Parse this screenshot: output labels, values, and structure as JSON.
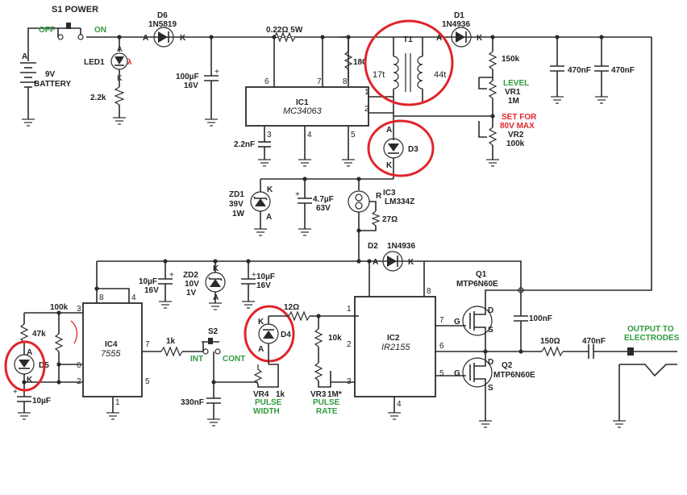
{
  "colors": {
    "wire": "#2a2a2a",
    "annotation": "#e0242a",
    "label_green": "#2e9b3c",
    "label_red": "#e0242a"
  },
  "labels": {
    "s1": "S1 POWER",
    "off": "OFF",
    "on": "ON",
    "battery_v": "9V",
    "battery": "BATTERY",
    "led1": "LED1",
    "r_led": "2.2k",
    "d6": "D6",
    "d6_part": "1N5819",
    "c100": "100µF",
    "c100_v": "16V",
    "r022": "0.22Ω 5W",
    "r180": "180",
    "ic1": "IC1",
    "ic1_part": "MC34063",
    "c22n": "2.2nF",
    "t1": "T1",
    "t1_pri": "17t",
    "t1_sec": "44t",
    "d1": "D1",
    "d1_part": "1N4936",
    "d3": "D3",
    "r150k": "150k",
    "level": "LEVEL",
    "vr1": "VR1",
    "vr1_val": "1M",
    "set_for": "SET FOR",
    "max80": "80V MAX",
    "vr2": "VR2",
    "vr2_val": "100k",
    "c470a": "470nF",
    "c470b": "470nF",
    "zd1": "ZD1",
    "zd1_v": "39V",
    "zd1_w": "1W",
    "c47": "4.7µF",
    "c47_v": "63V",
    "ic3": "IC3",
    "ic3_part": "LM334Z",
    "r27": "27Ω",
    "d2": "D2",
    "d2_part": "1N4936",
    "c10a": "10µF",
    "c10a_v": "16V",
    "zd2": "ZD2",
    "zd2_v": "10V",
    "zd2_w": "1V",
    "c10b": "10µF",
    "c10b_v": "16V",
    "q1": "Q1",
    "q1_part": "MTP6N60E",
    "q2": "Q2",
    "q2_part": "MTP6N60E",
    "r100k": "100k",
    "r47k": "47k",
    "d5": "D5",
    "c10c": "10µF",
    "ic4": "IC4",
    "ic4_part": "7555",
    "r1k": "1k",
    "s2": "S2",
    "int": "INT",
    "cont": "CONT",
    "c330": "330nF",
    "d4": "D4",
    "vr4": "VR4",
    "vr4_val": "1k",
    "pulse": "PULSE",
    "width": "WIDTH",
    "r12": "12Ω",
    "r10k": "10k",
    "vr3": "VR3",
    "vr3_val": "1M*",
    "rate": "RATE",
    "ic2": "IC2",
    "ic2_part": "IR2155",
    "c100n": "100nF",
    "r150": "150Ω",
    "c470c": "470nF",
    "output": "OUTPUT TO",
    "electrodes": "ELECTRODES"
  },
  "pins": {
    "ic1": {
      "p6": "6",
      "p7": "7",
      "p8": "8",
      "p1": "1",
      "p2": "2",
      "p3": "3",
      "p4": "4",
      "p5": "5"
    },
    "ic4": {
      "p8": "8",
      "p4": "4",
      "p3": "3",
      "p7": "7",
      "p6": "6",
      "p2": "2",
      "p5": "5",
      "p1": "1"
    },
    "ic2": {
      "p1": "1",
      "p8": "8",
      "p7": "7",
      "p2": "2",
      "p6": "6",
      "p3": "3",
      "p5": "5",
      "p4": "4"
    },
    "pol": {
      "a": "A",
      "k": "K",
      "r": "R",
      "g": "G",
      "d": "D",
      "s": "S"
    }
  }
}
